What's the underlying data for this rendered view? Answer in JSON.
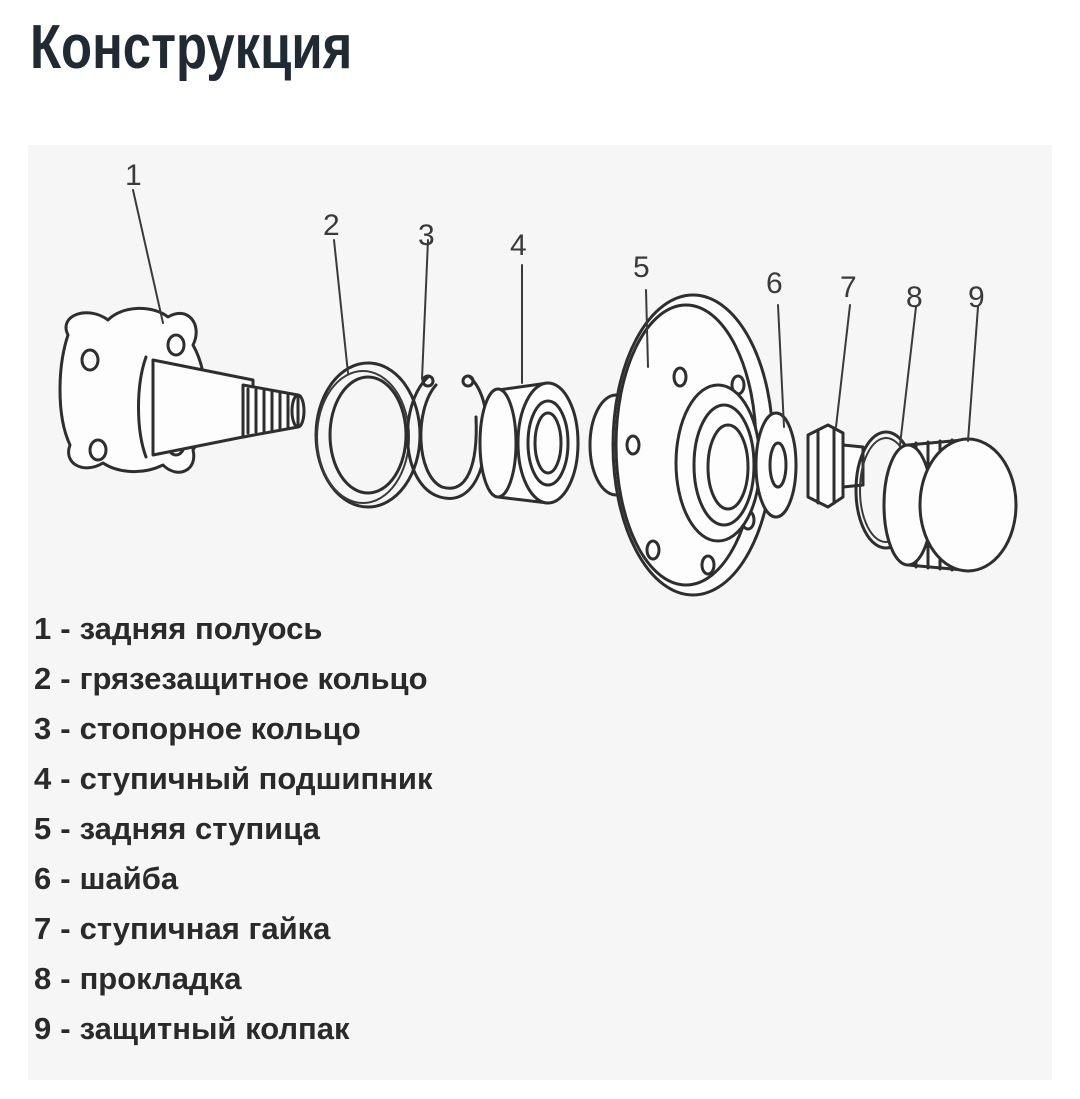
{
  "title": "Конструкция",
  "parts": [
    {
      "number": "1",
      "label": "задняя полуось"
    },
    {
      "number": "2",
      "label": "грязезащитное кольцо"
    },
    {
      "number": "3",
      "label": "стопорное кольцо"
    },
    {
      "number": "4",
      "label": "ступичный подшипник"
    },
    {
      "number": "5",
      "label": "задняя ступица"
    },
    {
      "number": "6",
      "label": "шайба"
    },
    {
      "number": "7",
      "label": "ступичная гайка"
    },
    {
      "number": "8",
      "label": "прокладка"
    },
    {
      "number": "9",
      "label": "защитный колпак"
    }
  ],
  "separator": "-"
}
